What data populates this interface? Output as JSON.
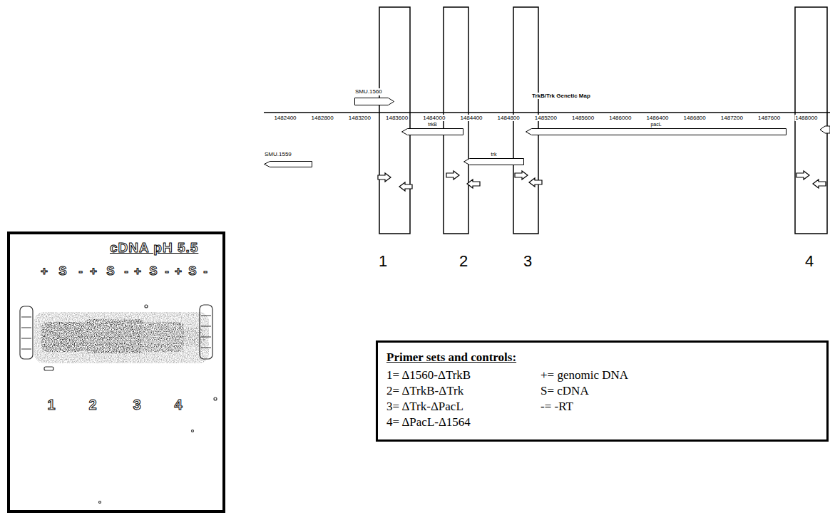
{
  "diagram": {
    "nodes": [
      {
        "text": [
          "SMU.1560"
        ]
      },
      {
        "text": [
          "SMU.1559"
        ]
      },
      {
        "text": [
          "trkB"
        ]
      },
      {
        "text": [
          "trk"
        ]
      },
      {
        "text": [
          "pacL"
        ]
      },
      {
        "text": [
          "cDNA pH 5.5"
        ]
      },
      {
        "text": [
          "Primer sets and controls:",
          "1= Δ1560-ΔTrkB",
          "+= genomic DNA",
          "2= ΔTrkB-ΔTrk",
          "S= cDNA",
          "3= ΔTrk-ΔPacL",
          "-= -RT",
          "4= ΔPacL-Δ1564"
        ]
      }
    ],
    "labels": [
      "TrkB/Trk Genetic Map",
      "1482400",
      "1482800",
      "1483200",
      "1483600",
      "1484000",
      "1484400",
      "1484800",
      "1485200",
      "1485600",
      "1486000",
      "1486400",
      "1486800",
      "1487200",
      "1487600",
      "1488000",
      "1",
      "2",
      "3",
      "4",
      "+",
      "S",
      "-",
      "+",
      "S",
      "-",
      "+",
      "S",
      "-",
      "+",
      "S",
      "-",
      "1",
      "2",
      "3",
      "4"
    ]
  }
}
